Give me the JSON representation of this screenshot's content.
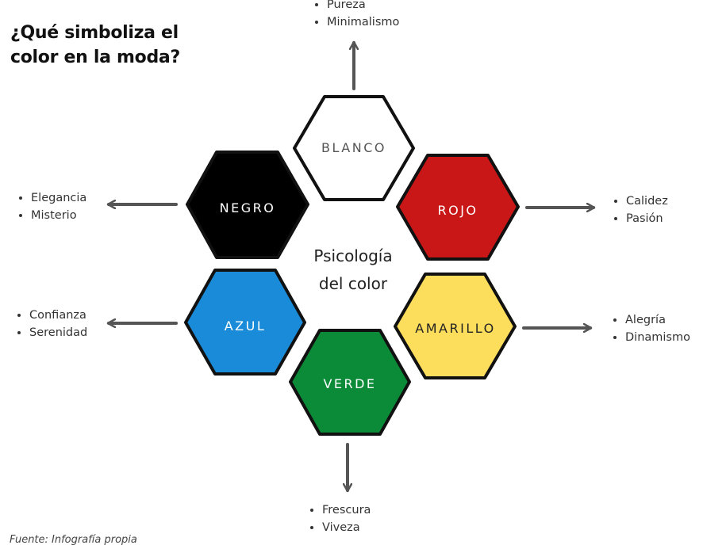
{
  "title": "¿Qué simboliza el color en la moda?",
  "center_label": [
    "Psicología",
    "del color"
  ],
  "colors": {
    "blanco": "#ffffff",
    "negro": "#000000",
    "rojo": "#c91616",
    "azul": "#1a8bd8",
    "amarillo": "#fddd5c",
    "verde": "#0b8a38",
    "outline": "#111111",
    "arrow": "#555555"
  },
  "hexagons": [
    {
      "label": "BLANCO",
      "traits": [
        "Pureza",
        "Minimalismo"
      ]
    },
    {
      "label": "NEGRO",
      "traits": [
        "Elegancia",
        "Misterio"
      ]
    },
    {
      "label": "ROJO",
      "traits": [
        "Calidez",
        "Pasión"
      ]
    },
    {
      "label": "AZUL",
      "traits": [
        "Confianza",
        "Serenidad"
      ]
    },
    {
      "label": "AMARILLO",
      "traits": [
        "Alegría",
        "Dinamismo"
      ]
    },
    {
      "label": "VERDE",
      "traits": [
        "Frescura",
        "Viveza"
      ]
    }
  ],
  "source": "Fuente: Infografía propia"
}
